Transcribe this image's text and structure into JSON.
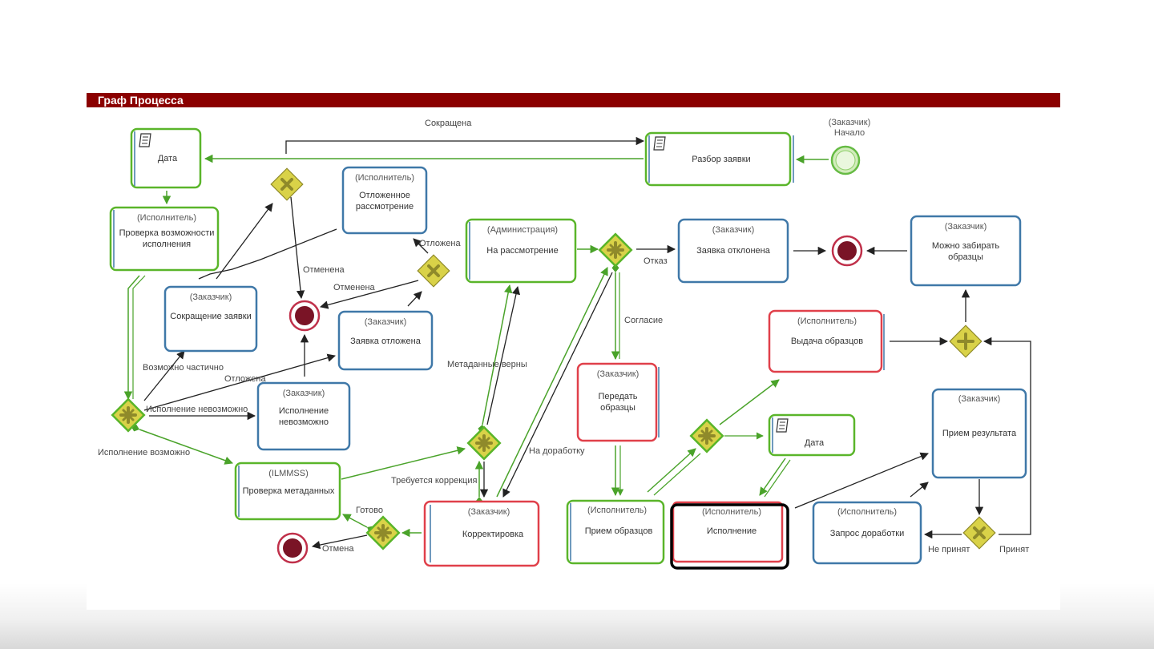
{
  "header": {
    "title": "Граф Процесса"
  },
  "colors": {
    "header": "#8b0000",
    "task_blue": "#3f78a8",
    "task_green": "#5ab52a",
    "task_red": "#e0404a",
    "active": "#000000",
    "gateway": "#d4cc44",
    "end_event": "#8e1a2c",
    "start_event": "#66bb44"
  },
  "start_event": {
    "role": "(Заказчик)",
    "label": "Начало"
  },
  "tasks": {
    "data_top": {
      "role": "",
      "name": "Дата",
      "icon": "script-icon"
    },
    "razbor": {
      "role": "",
      "name": "Разбор заявки",
      "icon": "script-icon"
    },
    "proverka_vozm": {
      "role": "(Исполнитель)",
      "name_lines": [
        "Проверка возможности",
        "исполнения"
      ]
    },
    "otlozh_rassm": {
      "role": "(Исполнитель)",
      "name_lines": [
        "Отложенное",
        "рассмотрение"
      ]
    },
    "na_rassm": {
      "role": "(Администрация)",
      "name": "На рассмотрение"
    },
    "zayavka_otkl": {
      "role": "(Заказчик)",
      "name": "Заявка отклонена"
    },
    "mozhno_zabirat": {
      "role": "(Заказчик)",
      "name_lines": [
        "Можно забирать",
        "образцы"
      ]
    },
    "sokrashchenie": {
      "role": "(Заказчик)",
      "name": "Сокращение заявки"
    },
    "zayavka_otlozh": {
      "role": "(Заказчик)",
      "name": "Заявка отложена"
    },
    "vydacha": {
      "role": "(Исполнитель)",
      "name": "Выдача образцов"
    },
    "peredat": {
      "role": "(Заказчик)",
      "name_lines": [
        "Передать",
        "образцы"
      ]
    },
    "ispoln_nevozm": {
      "role": "(Заказчик)",
      "name_lines": [
        "Исполнение",
        "невозможно"
      ]
    },
    "data_mid": {
      "role": "",
      "name": "Дата",
      "icon": "script-icon"
    },
    "priem_rez": {
      "role": "(Заказчик)",
      "name": "Прием результата"
    },
    "proverka_meta": {
      "role": "(ILMMSS)",
      "name": "Проверка метаданных"
    },
    "korrektirovka": {
      "role": "(Заказчик)",
      "name": "Корректировка"
    },
    "priem_obr": {
      "role": "(Исполнитель)",
      "name": "Прием образцов"
    },
    "ispolnenie": {
      "role": "(Исполнитель)",
      "name": "Исполнение"
    },
    "zapros_dorab": {
      "role": "(Исполнитель)",
      "name": "Запрос доработки"
    }
  },
  "edge_labels": {
    "sokrashchena": "Сокращена",
    "otlozhena_top": "Отложена",
    "otmenena_1": "Отменена",
    "otmenena_2": "Отменена",
    "otkaz": "Отказ",
    "soglasie": "Согласие",
    "vozmozhno_chastichno": "Возможно частично",
    "otlozhena_mid": "Отложена",
    "ispoln_nevozm": "Исполнение невозможно",
    "ispoln_vozm": "Исполнение возможно",
    "metadannye": "Метаданные верны",
    "na_dorabotku": "На доработку",
    "trebuetsya": "Требуется коррекция",
    "gotovo": "Готово",
    "otmena": "Отмена",
    "ne_prinyat": "Не принят",
    "prinyat": "Принят"
  }
}
